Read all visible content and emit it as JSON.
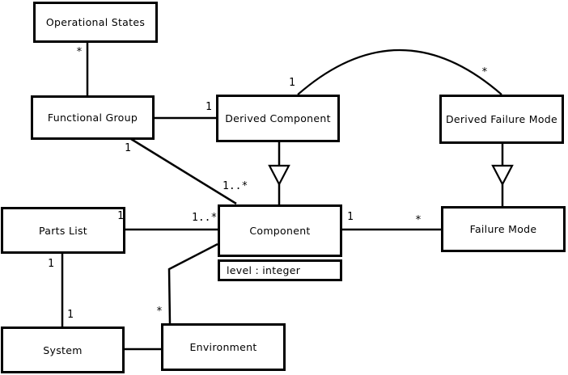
{
  "diagram": {
    "type": "uml-class-diagram",
    "colors": {
      "line": "#000000",
      "background": "#ffffff",
      "box_fill": "#ffffff",
      "text": "#000000"
    },
    "classes": {
      "operational_states": {
        "name": "Operational States"
      },
      "functional_group": {
        "name": "Functional Group"
      },
      "derived_component": {
        "name": "Derived Component"
      },
      "derived_failure_mode": {
        "name": "Derived Failure Mode"
      },
      "parts_list": {
        "name": "Parts List"
      },
      "component": {
        "name": "Component",
        "attribute": "level : integer"
      },
      "failure_mode": {
        "name": "Failure Mode"
      },
      "system": {
        "name": "System"
      },
      "environment": {
        "name": "Environment"
      }
    },
    "labels": {
      "os_fg_star": "*",
      "fg_dc_one": "1",
      "fg_comp_one": "1",
      "fg_comp_many": "1..*",
      "arc_one": "1",
      "arc_star": "*",
      "pl_comp_one": "1",
      "pl_comp_many": "1..*",
      "comp_fm_one": "1",
      "comp_fm_star": "*",
      "pl_sys_one_upper": "1",
      "pl_sys_one_lower": "1",
      "env_comp_star": "*"
    },
    "relationships": [
      {
        "from": "Operational States",
        "to": "Functional Group",
        "type": "association",
        "multiplicity_at_operational_states": "*"
      },
      {
        "from": "Functional Group",
        "to": "Derived Component",
        "type": "association",
        "multiplicity_at_derived_component": "1"
      },
      {
        "from": "Functional Group",
        "to": "Component",
        "type": "association",
        "multiplicity_at_functional_group": "1",
        "multiplicity_at_component": "1..*"
      },
      {
        "from": "Derived Component",
        "to": "Component",
        "type": "generalization"
      },
      {
        "from": "Derived Component",
        "to": "Derived Failure Mode",
        "type": "association-arc",
        "multiplicity_at_derived_component": "1",
        "multiplicity_at_derived_failure_mode": "*"
      },
      {
        "from": "Derived Failure Mode",
        "to": "Failure Mode",
        "type": "generalization"
      },
      {
        "from": "Parts List",
        "to": "Component",
        "type": "association",
        "multiplicity_at_parts_list": "1",
        "multiplicity_at_component": "1..*"
      },
      {
        "from": "Component",
        "to": "Failure Mode",
        "type": "association",
        "multiplicity_at_component": "1",
        "multiplicity_at_failure_mode": "*"
      },
      {
        "from": "Parts List",
        "to": "System",
        "type": "association",
        "multiplicity_at_parts_list": "1",
        "multiplicity_at_system": "1"
      },
      {
        "from": "Component",
        "to": "Environment",
        "type": "association",
        "multiplicity_at_environment": "*"
      },
      {
        "from": "System",
        "to": "Environment",
        "type": "association"
      }
    ]
  }
}
